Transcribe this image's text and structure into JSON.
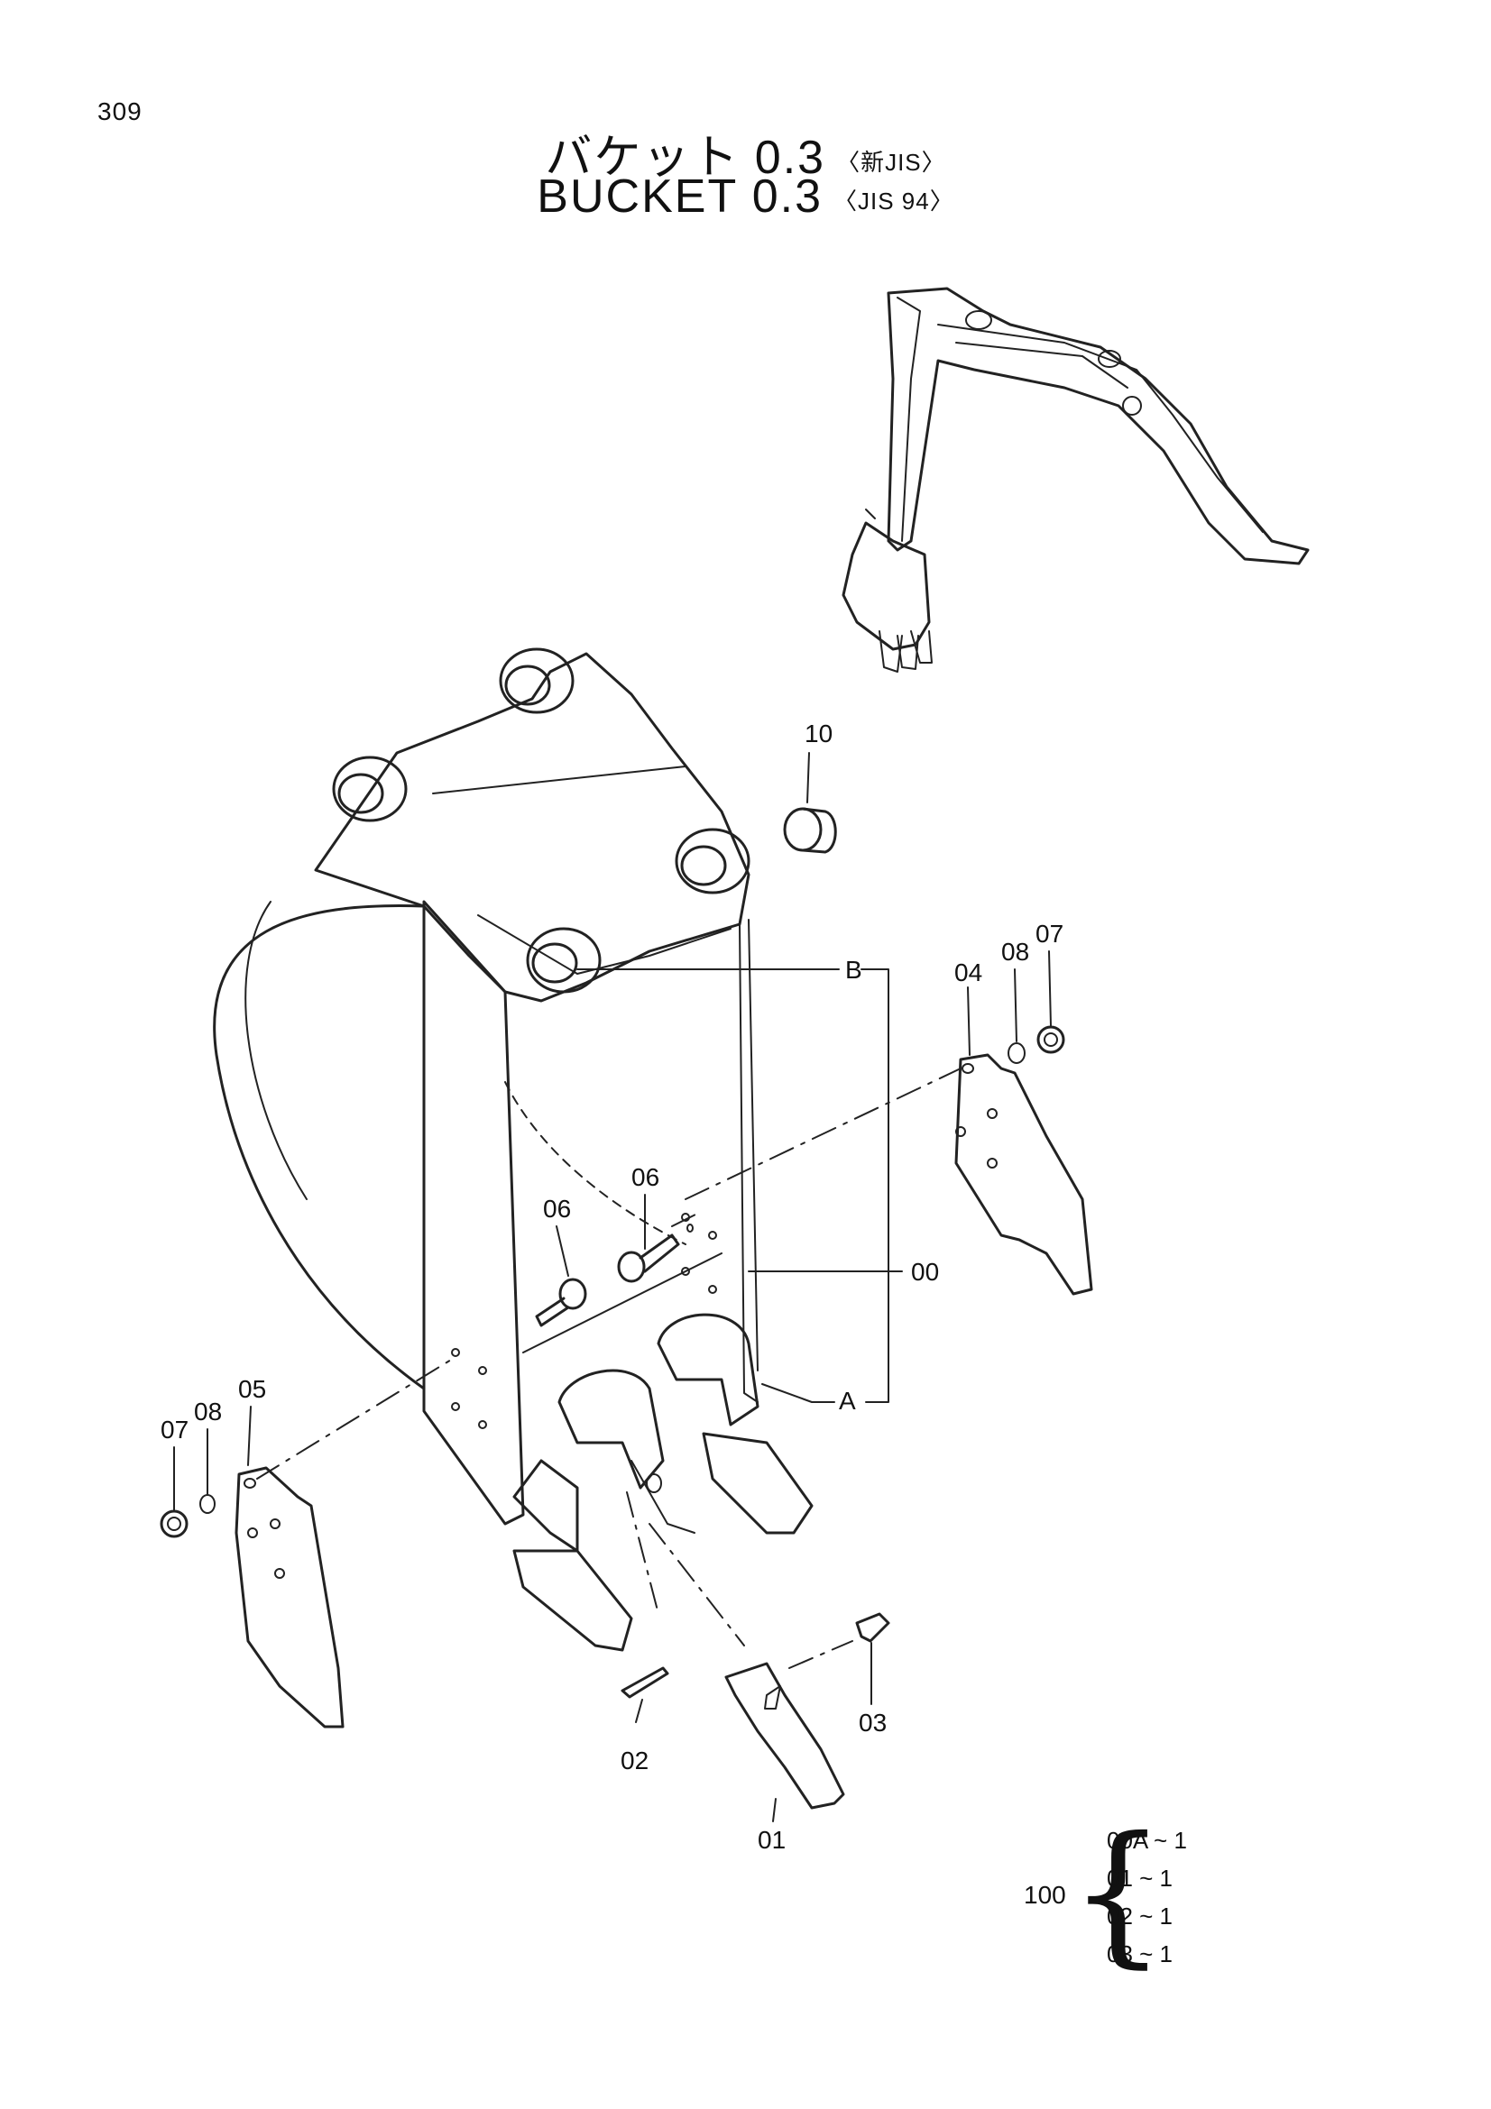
{
  "page_number": "309",
  "title_jp": {
    "main": "バケット 0.3",
    "spec": "〈新JIS〉"
  },
  "title_en": {
    "main": "BUCKET 0.3",
    "spec": "〈JIS 94〉"
  },
  "part_labels": {
    "p10": "10",
    "pB": "B",
    "p04": "04",
    "p08_right": "08",
    "p07_right": "07",
    "p06_upper": "06",
    "p06_lower": "06",
    "p00": "00",
    "pA": "A",
    "p05": "05",
    "p07_left": "07",
    "p08_left": "08",
    "p02": "02",
    "p01": "01",
    "p03": "03"
  },
  "kit": {
    "number": "100",
    "items": [
      "00A ~ 1",
      "01   ~ 1",
      "02   ~ 1",
      "03   ~ 1"
    ]
  }
}
